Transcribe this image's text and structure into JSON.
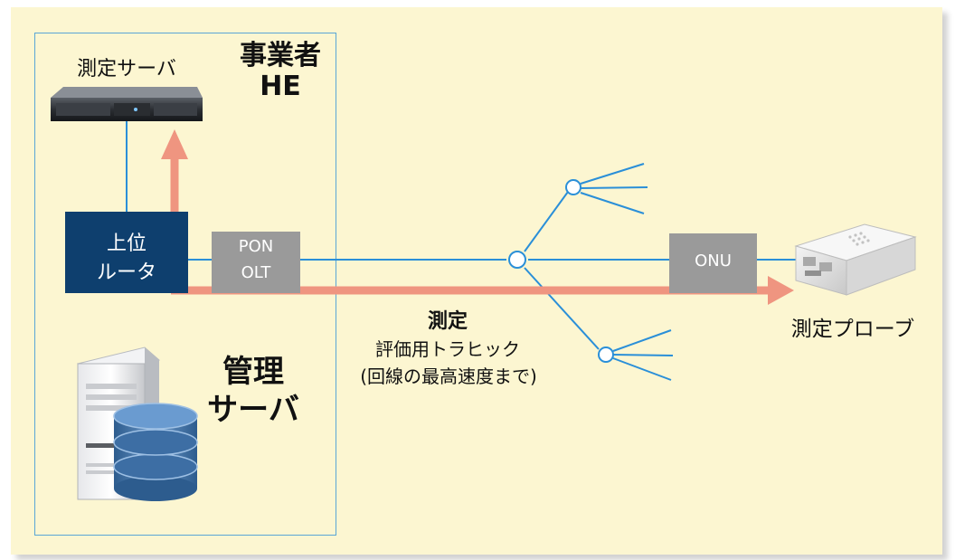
{
  "colors": {
    "background": "#fcf6d1",
    "link_line": "#2a8fd8",
    "traffic_arrow": "#ef9580",
    "router_fill": "#0e3f6e",
    "device_box_fill": "#9a9a9a"
  },
  "he": {
    "title_line1": "事業者",
    "title_line2": "HE",
    "server_label": "測定サーバ",
    "router_line1": "上位",
    "router_line2": "ルータ",
    "mgmt_line1": "管理",
    "mgmt_line2": "サーバ"
  },
  "network": {
    "olt_line1": "PON",
    "olt_line2": "OLT",
    "onu_label": "ONU",
    "probe_label": "測定プローブ"
  },
  "measurement": {
    "title": "測定",
    "line1": "評価用トラヒック",
    "line2": "(回線の最高速度まで)"
  },
  "icons": {
    "rack_server": "rack-server-icon",
    "tower_database": "database-server-icon",
    "probe_device": "probe-device-icon",
    "splitter": "splitter-node-icon"
  }
}
